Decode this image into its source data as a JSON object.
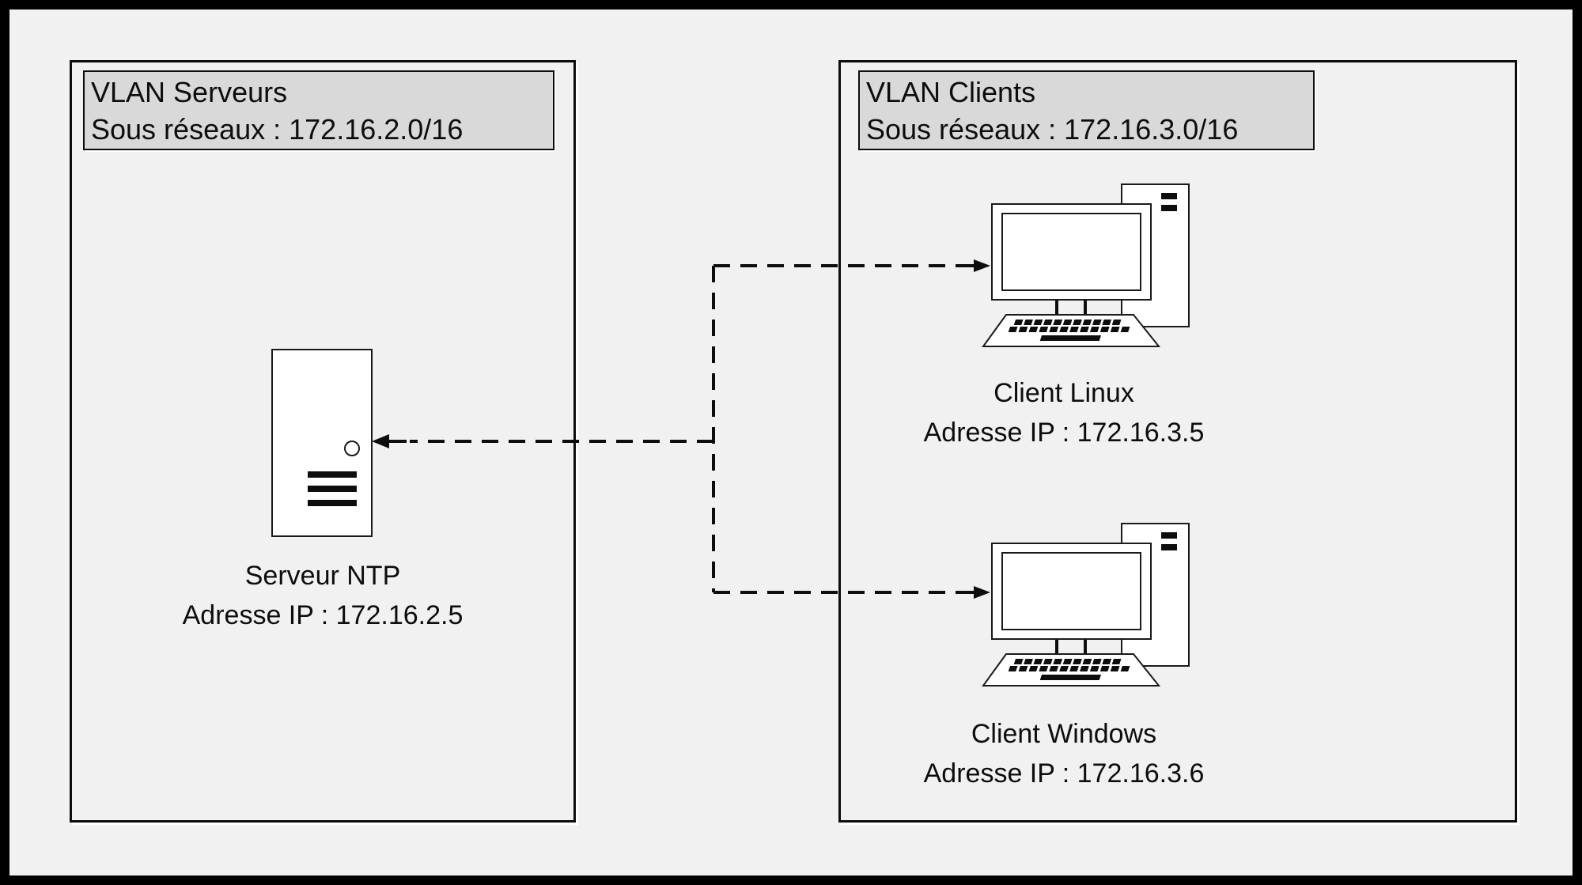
{
  "colors": {
    "canvas_background": "#f1f1f1",
    "outer_frame": "#000000",
    "header_fill": "#d9d9d9",
    "line_color": "#0d0d0d",
    "shape_fill": "#ffffff"
  },
  "icons": {
    "server": "server-tower-icon",
    "client": "desktop-computer-icon",
    "connector": "dashed-arrow-icon"
  },
  "vlan_serveurs": {
    "title": "VLAN Serveurs",
    "subnet": "Sous réseaux : 172.16.2.0/16",
    "server": {
      "name": "Serveur NTP",
      "ip": "Adresse IP : 172.16.2.5"
    }
  },
  "vlan_clients": {
    "title": "VLAN Clients",
    "subnet": "Sous réseaux : 172.16.3.0/16",
    "clients": [
      {
        "name": "Client Linux",
        "ip": "Adresse IP : 172.16.3.5"
      },
      {
        "name": "Client Windows",
        "ip": "Adresse IP : 172.16.3.6"
      }
    ]
  }
}
